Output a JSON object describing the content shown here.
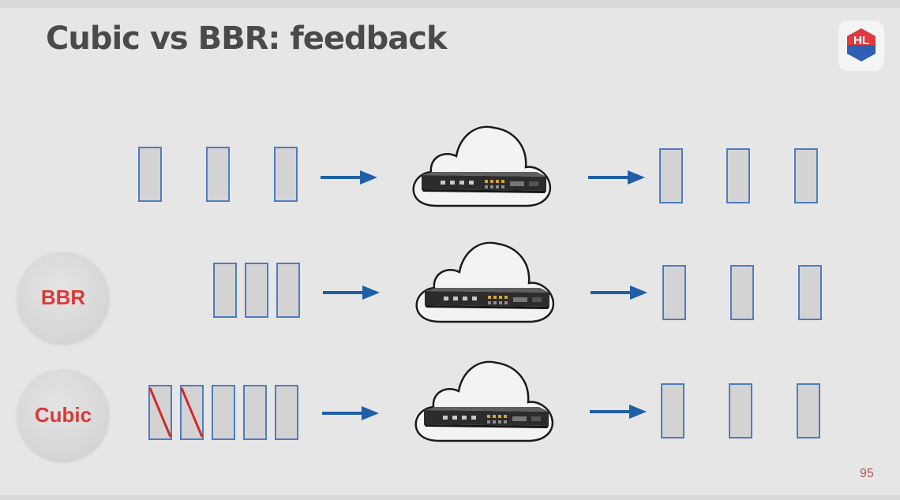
{
  "slide": {
    "title": "Cubic vs BBR: feedback",
    "logo_text": "HL",
    "page_number": "95"
  },
  "rows": [
    {
      "label": ""
    },
    {
      "label": "BBR"
    },
    {
      "label": "Cubic"
    }
  ],
  "colors": {
    "slide_background": "#e6e6e6",
    "title": "#4a4a4a",
    "packet_border": "#4f7cc0",
    "packet_fill": "#d3d3d3",
    "arrow": "#1f5fa8",
    "label_text": "#d93a3a",
    "drop_mark": "#d22a2a",
    "page_number": "#c0504d"
  },
  "icons": {
    "packet": "rectangle",
    "arrow": "arrow-right-icon",
    "router": "router-icon",
    "cloud": "cloud-icon",
    "drop_mark": "slash-icon"
  }
}
